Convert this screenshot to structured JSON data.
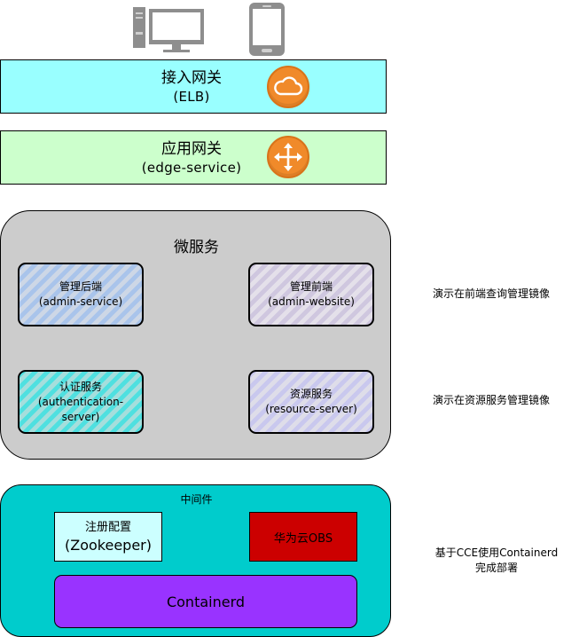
{
  "access_gateway": {
    "title": "接入网关",
    "subtitle": "(ELB)",
    "icon": "cloud-icon"
  },
  "app_gateway": {
    "title": "应用网关",
    "subtitle": "(edge-service)",
    "icon": "four-way-arrows-icon"
  },
  "microservices": {
    "title": "微服务",
    "services": [
      {
        "name": "管理后端",
        "id": "(admin-service)"
      },
      {
        "name": "管理前端",
        "id": "(admin-website)"
      },
      {
        "name": "认证服务",
        "id": "(authentication-server)"
      },
      {
        "name": "资源服务",
        "id": "(resource-server)"
      }
    ]
  },
  "notes": {
    "frontend_query": "演示在前端查询管理镜像",
    "resource_manage": "演示在资源服务管理镜像",
    "deploy_line1": "基于CCE使用Containerd",
    "deploy_line2": "完成部署"
  },
  "middleware": {
    "title": "中间件",
    "registry_label": "注册配置",
    "registry_name": "(Zookeeper)",
    "obs_label": "华为云OBS",
    "containerd_label": "Containerd"
  },
  "colors": {
    "access_gateway_bg": "#99ffff",
    "app_gateway_bg": "#ccffcc",
    "badge_orange": "#f08a2a",
    "microservice_bg": "#cccccc",
    "middleware_bg": "#00cccc",
    "obs_bg": "#cc0000",
    "containerd_bg": "#9933ff"
  }
}
